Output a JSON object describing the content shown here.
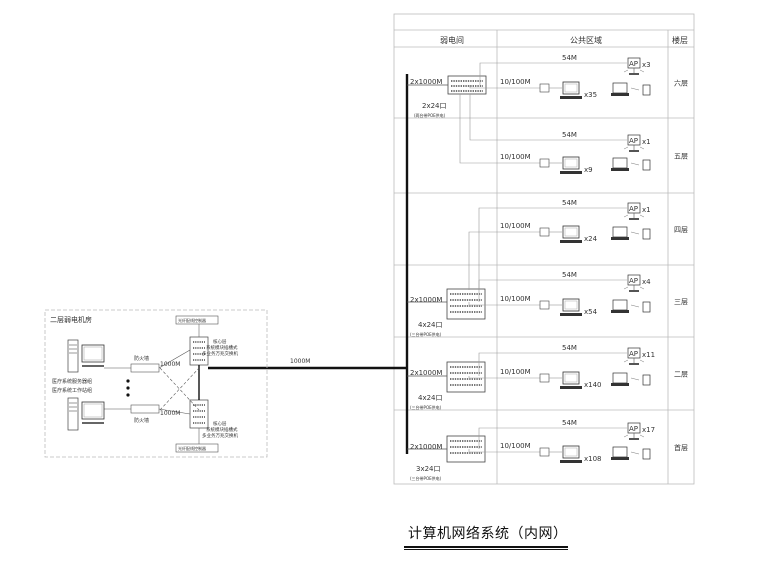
{
  "header": {
    "col_weak_room": "弱电间",
    "col_public_area": "公共区域",
    "col_floor": "楼层"
  },
  "floors": [
    {
      "name": "六层",
      "wifi": "54M",
      "lan": "10/100M",
      "pc_count": "x35",
      "ap_count": "x3"
    },
    {
      "name": "五层",
      "wifi": "54M",
      "lan": "10/100M",
      "pc_count": "x9",
      "ap_count": "x1"
    },
    {
      "name": "四层",
      "wifi": "54M",
      "lan": "10/100M",
      "pc_count": "x24",
      "ap_count": "x1"
    },
    {
      "name": "三层",
      "wifi": "54M",
      "lan": "10/100M",
      "pc_count": "x54",
      "ap_count": "x4"
    },
    {
      "name": "二层",
      "wifi": "54M",
      "lan": "10/100M",
      "pc_count": "x140",
      "ap_count": "x11"
    },
    {
      "name": "首层",
      "wifi": "54M",
      "lan": "10/100M",
      "pc_count": "x108",
      "ap_count": "x17"
    }
  ],
  "switches": [
    {
      "uplink": "2x1000M",
      "ports": "2x24口",
      "note": "(两台带POE供电)"
    },
    {
      "uplink": "2x1000M",
      "ports": "4x24口",
      "note": "(三台带POE供电)"
    },
    {
      "uplink": "2x1000M",
      "ports": "4x24口",
      "note": "(三台带POE供电)"
    },
    {
      "uplink": "2x1000M",
      "ports": "3x24口",
      "note": "(三台带POE供电)"
    }
  ],
  "ap_label": "AP",
  "machine_room": {
    "title": "二层弱电机房",
    "top_box": "光纤配线控制器",
    "bottom_box": "光纤配线控制器",
    "firewall_top": "防火墙",
    "firewall_bottom": "防火墙",
    "link_top": "1000M",
    "link_bottom": "1000M",
    "core_top_1": "核心层",
    "core_top_2": "系统模块插槽式",
    "core_top_3": "多业务万兆交换机",
    "core_bottom_1": "核心层",
    "core_bottom_2": "系统模块插槽式",
    "core_bottom_3": "多业务万兆交换机",
    "server_1": "医疗系统服务器组",
    "server_2": "医疗系统工作站组"
  },
  "backbone_label": "1000M",
  "title": "计算机网络系统（内网）"
}
